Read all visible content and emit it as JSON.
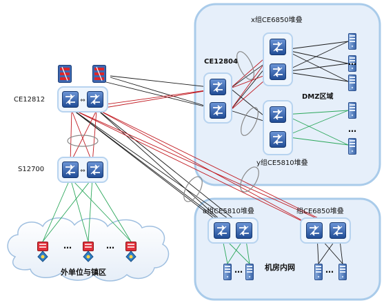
{
  "labels": {
    "x_group": "x组CE6850堆叠",
    "ce12804": "CE12804",
    "dmz": "DMZ区域",
    "y_group": "y组CE5810堆叠",
    "ce12812": "CE12812",
    "s12700": "S12700",
    "a_group": "a组CE5810堆叠",
    "group_ce6850": "组CE6850堆叠",
    "external": "外单位与镇区",
    "machine_room": "机房内网",
    "ellipsis": "…"
  },
  "colors": {
    "zone_border": "#9cc3e6",
    "zone_fill": "#eef4fb",
    "switch_blue": "#2d5fa8",
    "firewall_red": "#d9262b",
    "line_black": "#1a1a1a",
    "line_red": "#c0161d",
    "line_green": "#2aa75a",
    "ellipse_gray": "#8a8a8a"
  }
}
